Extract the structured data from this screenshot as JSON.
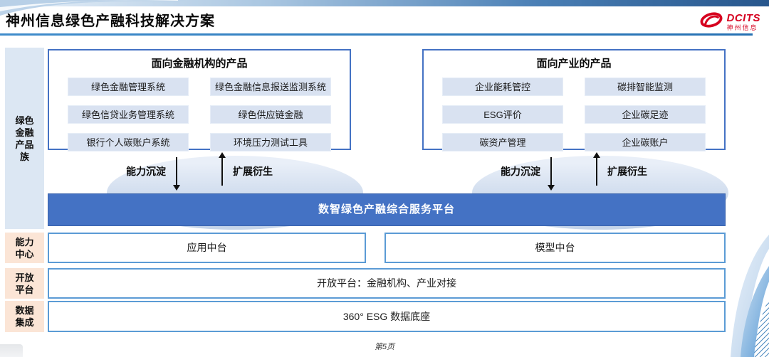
{
  "header": {
    "title": "神州信息绿色产融科技解决方案",
    "logo": {
      "brand": "DCITS",
      "brand_cn": "神州信息"
    }
  },
  "sidebar": {
    "items": [
      {
        "label": "绿色金融产品族"
      },
      {
        "label": "能力中心"
      },
      {
        "label": "开放平台"
      },
      {
        "label": "数据集成"
      }
    ]
  },
  "product_groups": [
    {
      "title": "面向金融机构的产品",
      "items": [
        "绿色金融管理系统",
        "绿色金融信息报送监测系统",
        "绿色信贷业务管理系统",
        "绿色供应链金融",
        "银行个人碳账户系统",
        "环境压力测试工具"
      ]
    },
    {
      "title": "面向产业的产品",
      "items": [
        "企业能耗管控",
        "碳排智能监测",
        "ESG评价",
        "企业碳足迹",
        "碳资产管理",
        "企业碳账户"
      ]
    }
  ],
  "arrows": {
    "down_label": "能力沉淀",
    "up_label": "扩展衍生"
  },
  "platform_bar": {
    "label": "数智绿色产融综合服务平台"
  },
  "middleware": {
    "left": "应用中台",
    "right": "模型中台"
  },
  "open_row": {
    "label": "开放平台：金融机构、产业对接"
  },
  "data_row": {
    "label": "360° ESG 数据底座"
  },
  "footer": {
    "page_label": "第5页"
  },
  "colors": {
    "accent_blue": "#4472c4",
    "row_border_blue": "#5b9bd5",
    "item_fill_blue": "#d9e2f1",
    "sidebar_blue": "#dce7f3",
    "sidebar_peach": "#fbe5d6",
    "title_rule_blue": "#2671b3",
    "brand_red": "#d6001f"
  }
}
